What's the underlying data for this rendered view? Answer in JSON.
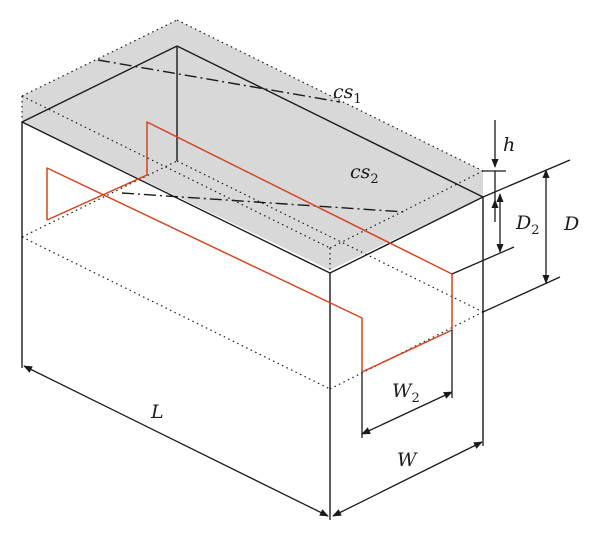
{
  "colors": {
    "line": "#1a1a1a",
    "highlight": "#d2461e",
    "shade": "#d8d8d8"
  },
  "labels": {
    "cs1": {
      "main": "cs",
      "sub": "1"
    },
    "cs2": {
      "main": "cs",
      "sub": "2"
    },
    "h": {
      "main": "h"
    },
    "D2": {
      "main": "D",
      "sub": "2"
    },
    "D": {
      "main": "D"
    },
    "W2": {
      "main": "W",
      "sub": "2"
    },
    "W": {
      "main": "W"
    },
    "L": {
      "main": "L"
    }
  }
}
